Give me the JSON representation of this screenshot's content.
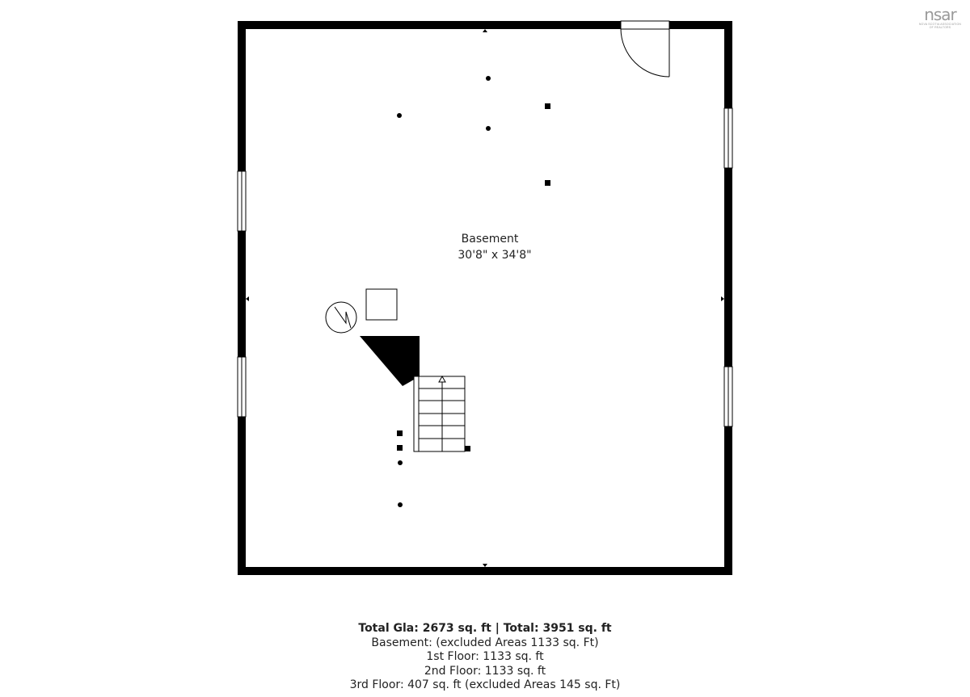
{
  "logo": {
    "mark": "nsar",
    "sub_line_1": "NOVA SCOTIA ASSOCIATION",
    "sub_line_2": "OF REALTORS"
  },
  "room": {
    "name": "Basement",
    "dimensions": "30'8\" x 34'8\""
  },
  "summary": {
    "total": "Total Gla: 2673 sq. ft | Total: 3951 sq. ft",
    "lines": [
      "Basement: (excluded Areas 1133 sq. Ft)",
      "1st Floor: 1133 sq. ft",
      "2nd Floor: 1133 sq. ft",
      "3rd Floor: 407 sq. ft (excluded Areas 145 sq. Ft)"
    ]
  }
}
